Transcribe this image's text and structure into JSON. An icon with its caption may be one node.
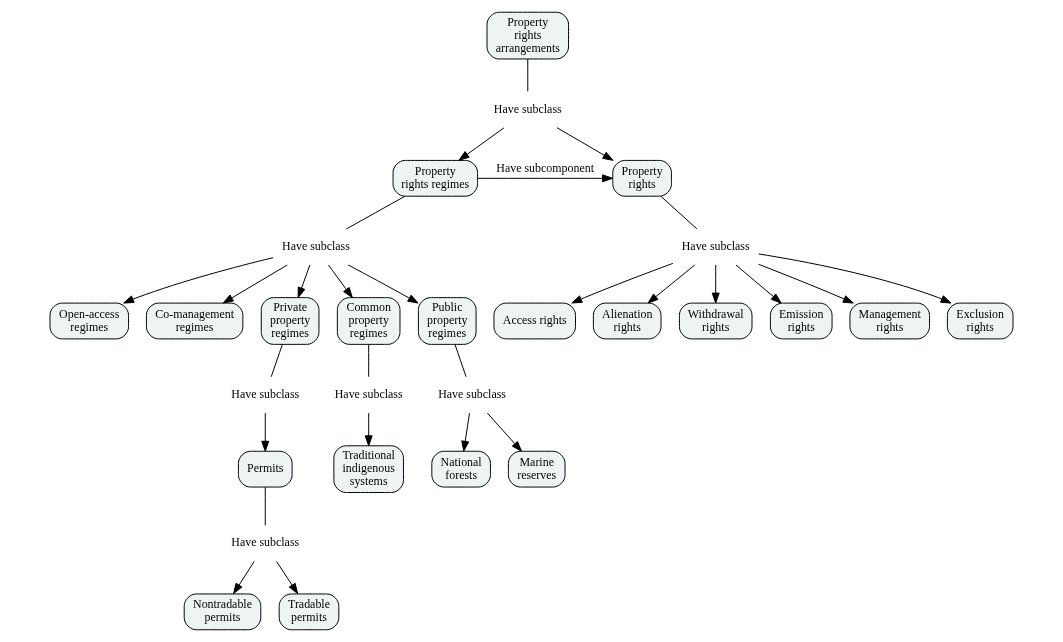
{
  "diagram": {
    "nodes": [
      {
        "text": [
          "Property rights arrangements"
        ]
      },
      {
        "text": [
          "Have subclass"
        ]
      },
      {
        "text": [
          "Property rights regimes"
        ]
      },
      {
        "text": [
          "Property rights"
        ]
      },
      {
        "text": [
          "Have subclass"
        ]
      },
      {
        "text": [
          "Open-access regimes"
        ]
      },
      {
        "text": [
          "Co-management regimes"
        ]
      },
      {
        "text": [
          "Private property regimes"
        ]
      },
      {
        "text": [
          "Common property regimes"
        ]
      },
      {
        "text": [
          "Public property regimes"
        ]
      },
      {
        "text": [
          "Have subclass"
        ]
      },
      {
        "text": [
          "Access rights"
        ]
      },
      {
        "text": [
          "Alienation rights"
        ]
      },
      {
        "text": [
          "Withdrawal rights"
        ]
      },
      {
        "text": [
          "Emission rights"
        ]
      },
      {
        "text": [
          "Management rights"
        ]
      },
      {
        "text": [
          "Exclusion rights"
        ]
      },
      {
        "text": [
          "Have subclass"
        ]
      },
      {
        "text": [
          "Permits"
        ]
      },
      {
        "text": [
          "Have subclass"
        ]
      },
      {
        "text": [
          "Traditional indigenous systems"
        ]
      },
      {
        "text": [
          "Have subclass"
        ]
      },
      {
        "text": [
          "National forests"
        ]
      },
      {
        "text": [
          "Marine reserves"
        ]
      },
      {
        "text": [
          "Have subclass"
        ]
      },
      {
        "text": [
          "Nontradable permits"
        ]
      },
      {
        "text": [
          "Tradable permits"
        ]
      }
    ],
    "edges": [
      {
        "from": 0,
        "to": 1,
        "arrow": "none"
      },
      {
        "from": 1,
        "to": 2,
        "arrow": "to"
      },
      {
        "from": 1,
        "to": 3,
        "arrow": "to"
      },
      {
        "from": 2,
        "to": 3,
        "arrow": "to",
        "label": "Have subcomponent"
      },
      {
        "from": 2,
        "to": 4,
        "arrow": "none"
      },
      {
        "from": 4,
        "to": 5,
        "arrow": "to"
      },
      {
        "from": 4,
        "to": 6,
        "arrow": "to"
      },
      {
        "from": 4,
        "to": 7,
        "arrow": "to"
      },
      {
        "from": 4,
        "to": 8,
        "arrow": "to"
      },
      {
        "from": 4,
        "to": 9,
        "arrow": "to"
      },
      {
        "from": 3,
        "to": 10,
        "arrow": "none"
      },
      {
        "from": 10,
        "to": 11,
        "arrow": "to"
      },
      {
        "from": 10,
        "to": 12,
        "arrow": "to"
      },
      {
        "from": 10,
        "to": 13,
        "arrow": "to"
      },
      {
        "from": 10,
        "to": 14,
        "arrow": "to"
      },
      {
        "from": 10,
        "to": 15,
        "arrow": "to"
      },
      {
        "from": 10,
        "to": 16,
        "arrow": "to"
      },
      {
        "from": 7,
        "to": 17,
        "arrow": "none"
      },
      {
        "from": 17,
        "to": 18,
        "arrow": "to"
      },
      {
        "from": 8,
        "to": 19,
        "arrow": "none"
      },
      {
        "from": 19,
        "to": 20,
        "arrow": "to"
      },
      {
        "from": 9,
        "to": 21,
        "arrow": "none"
      },
      {
        "from": 21,
        "to": 22,
        "arrow": "to"
      },
      {
        "from": 21,
        "to": 23,
        "arrow": "to"
      },
      {
        "from": 18,
        "to": 24,
        "arrow": "none"
      },
      {
        "from": 24,
        "to": 25,
        "arrow": "to"
      },
      {
        "from": 24,
        "to": 26,
        "arrow": "to"
      }
    ]
  }
}
